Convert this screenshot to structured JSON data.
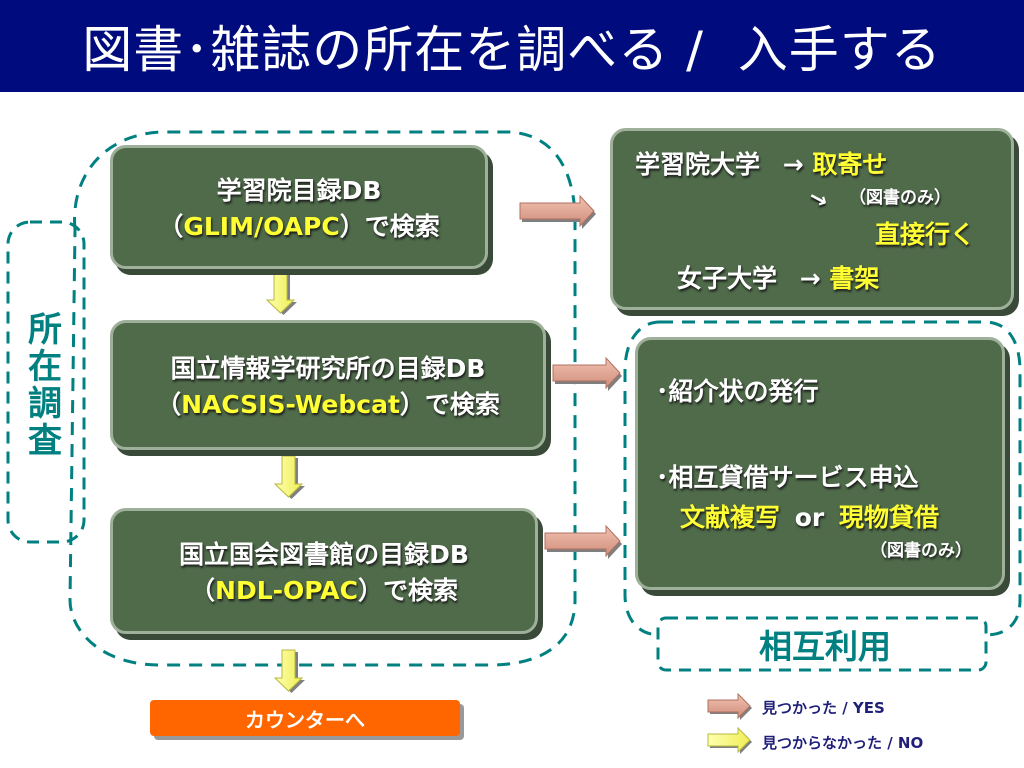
{
  "title": "図書･雑誌の所在を調べる /  入手する",
  "side_label": "所在調査",
  "boxes": {
    "gakushuin_db": {
      "line1": "学習院目録DB",
      "open": "（",
      "highlight": "GLIM/OAPC",
      "tail": "）で検索"
    },
    "nii_db": {
      "line1": "国立情報学研究所の目録DB",
      "open": "（",
      "highlight": "NACSIS-Webcat",
      "tail": "）で検索"
    },
    "ndl_db": {
      "line1": "国立国会図書館の目録DB",
      "open": "（",
      "highlight": "NDL-OPAC",
      "tail": "）で検索"
    }
  },
  "access": {
    "univ": "学習院大学",
    "univ_arrow": "→",
    "univ_result": "取寄せ",
    "books_only": "（図書のみ）",
    "diag_arrow": "→",
    "direct": "直接行く",
    "womens": "女子大学",
    "womens_arrow": "→",
    "womens_result": "書架"
  },
  "ill": {
    "item1": "･紹介状の発行",
    "item2": "･相互貸借サービス申込",
    "copy": "文献複写",
    "or": "or",
    "loan": "現物貸借",
    "books_only": "（図書のみ）"
  },
  "mutual_label": "相互利用",
  "counter_label": "カウンターへ",
  "legend": {
    "found": "見つかった / YES",
    "not_found": "見つからなかった / NO"
  },
  "colors": {
    "title_bg": "#000b7e",
    "box_fill": "#4f6b4a",
    "highlight": "#ffff33",
    "teal": "#008080",
    "yes_arrow": "#e8a38f",
    "no_arrow": "#ffff88",
    "counter": "#ff6600"
  }
}
